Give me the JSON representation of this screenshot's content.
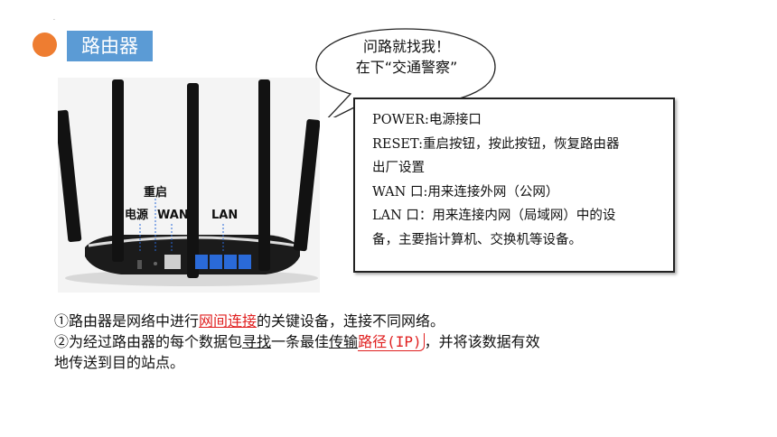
{
  "header": {
    "title": "路由器",
    "mark": "."
  },
  "router_labels": {
    "reset": "重启",
    "power": "电源",
    "wan": "WAN",
    "lan": "LAN"
  },
  "callout": {
    "line1": "问路就找我！",
    "line2": "在下“交通警察”"
  },
  "info_box": {
    "lines": [
      "POWER:电源接口",
      "RESET:重启按钮，按此按钮，恢复路由器",
      "出厂设置",
      "WAN 口:用来连接外网（公网）",
      "LAN 口：用来连接内网（局域网）中的设",
      "备，主要指计算机、交换机等设备。"
    ]
  },
  "notes": {
    "p1_a": "①路由器是网络中进行",
    "p1_b": "网间连接",
    "p1_c": "的关键设备，连接不同网络。",
    "p2_a": "②为经过路由器的每个数据包",
    "p2_b": "寻找",
    "p2_c": "一条最佳",
    "p2_d": "传输",
    "p2_e": "路径(IP)",
    "p2_f": "，并将该数据有效",
    "p3": "地传送到目的站点。"
  },
  "colors": {
    "accent_orange": "#ee7d31",
    "title_blue": "#5b9bd5",
    "port_blue": "#2a6ad8",
    "highlight_red": "#e02020"
  }
}
